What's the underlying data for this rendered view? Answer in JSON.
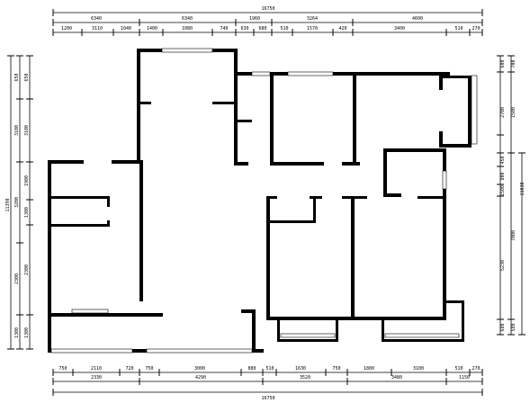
{
  "drawing": {
    "top": {
      "overall": "16750",
      "row1": [
        "6340",
        "6340",
        "1960",
        "3264",
        "4600"
      ],
      "row2": [
        "1200",
        "3110",
        "1040",
        "1400",
        "1080",
        "740",
        "630",
        "680",
        "510",
        "1570",
        "420",
        "3400",
        "510",
        "270"
      ]
    },
    "bottom": {
      "overall": "16750",
      "row1": [
        "750",
        "2110",
        "720",
        "750",
        "3000",
        "880",
        "510",
        "1630",
        "750",
        "1800",
        "3100",
        "510",
        "270"
      ],
      "row2": [
        "2330",
        "4290",
        "3520",
        "3480",
        "1150"
      ]
    },
    "left": {
      "overall": "11390",
      "outer": [
        "650",
        "3100",
        "3200",
        "2300",
        "1300"
      ],
      "inner": [
        "650",
        "3100",
        "1900",
        "1300",
        "2300",
        "1300"
      ]
    },
    "right": {
      "outer": [
        "600",
        "2700",
        "450",
        "800",
        "1500",
        "5230",
        "680"
      ],
      "inner": [
        "700",
        "1500",
        "7000",
        "580"
      ],
      "vertical": [
        "11030"
      ]
    }
  }
}
